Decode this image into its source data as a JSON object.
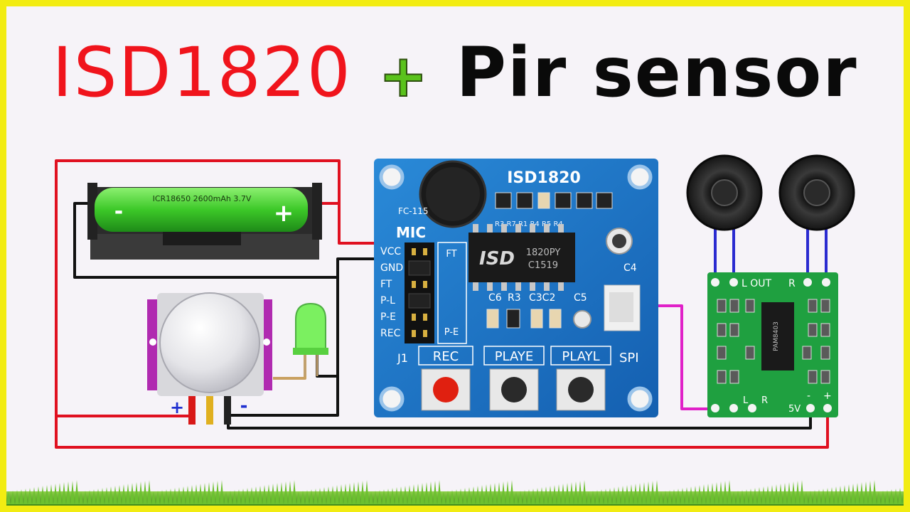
{
  "title": {
    "part1": "ISD1820",
    "plus": "+",
    "part2": "Pir sensor"
  },
  "battery": {
    "label": "ICR18650 2600mAh 3.7V",
    "minus": "-",
    "plus": "+"
  },
  "pir": {
    "plus": "+",
    "minus": "-"
  },
  "board": {
    "name": "ISD1820",
    "model": "FC-115",
    "mic": "MIC",
    "pins": [
      "VCC",
      "GND",
      "FT",
      "P-L",
      "P-E",
      "REC"
    ],
    "ft": "FT",
    "pe": "P-E",
    "chip_brand": "ISD",
    "chip_code1": "1820PY",
    "chip_code2": "C1519",
    "c4": "C4",
    "c6": "C6",
    "r3": "R3",
    "c3c2": "C3C2",
    "c5": "C5",
    "j1": "J1",
    "spi": "SPI",
    "buttons": {
      "rec": "REC",
      "playe": "PLAYE",
      "playl": "PLAYL"
    },
    "top_labels": "R3 R7 R1 R4 R5 R4"
  },
  "amp": {
    "l_out": "L OUT",
    "r": "R",
    "chip": "PAM8403",
    "l": "L",
    "r_in": "R",
    "v5": "5V",
    "minus": "-",
    "plus": "+"
  },
  "colors": {
    "frame": "#f2ec12",
    "wire_red": "#e01020",
    "wire_black": "#111111",
    "wire_blue": "#2a2ad0",
    "wire_magenta": "#e020c8",
    "board_blue": "#1f78c8"
  }
}
